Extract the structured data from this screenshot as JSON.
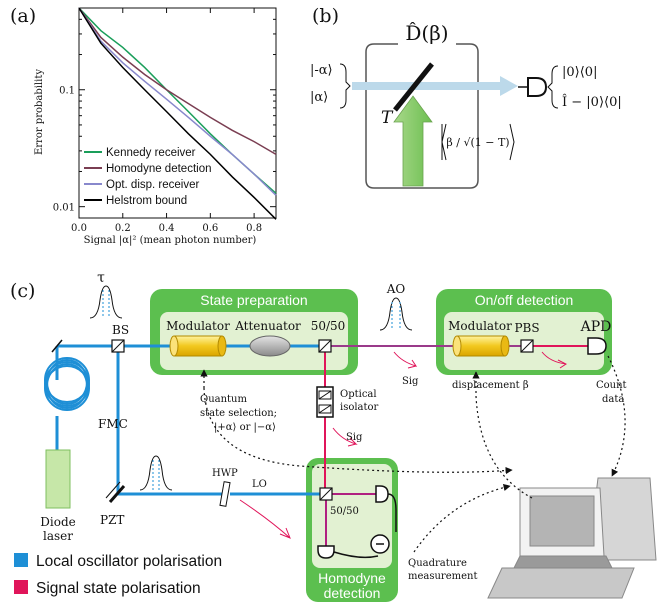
{
  "panels": {
    "a": "(a)",
    "b": "(b)",
    "c": "(c)"
  },
  "chart_data": {
    "type": "line",
    "ylabel": "Error probability",
    "xlabel": "Signal |α|² (mean photon number)",
    "yscale": "log",
    "xlim": [
      0,
      0.9
    ],
    "ylim": [
      0.008,
      0.5
    ],
    "xticks": [
      "0.0",
      "0.2",
      "0.4",
      "0.6",
      "0.8"
    ],
    "xtick_values": [
      0.0,
      0.2,
      0.4,
      0.6,
      0.8
    ],
    "yticks": [
      "0.1",
      "0.01"
    ],
    "ytick_values": [
      0.1,
      0.01
    ],
    "legend_position": "bottom-left",
    "x": [
      0.0,
      0.1,
      0.2,
      0.3,
      0.4,
      0.5,
      0.6,
      0.7,
      0.8,
      0.9
    ],
    "series": [
      {
        "name": "Kennedy receiver",
        "color": "#1a9e5a",
        "values": [
          0.5,
          0.32,
          0.23,
          0.155,
          0.1,
          0.065,
          0.042,
          0.028,
          0.019,
          0.013
        ]
      },
      {
        "name": "Homodyne detection",
        "color": "#7a3e52",
        "values": [
          0.5,
          0.28,
          0.19,
          0.135,
          0.1,
          0.076,
          0.058,
          0.045,
          0.036,
          0.028
        ]
      },
      {
        "name": "Opt. disp. receiver",
        "color": "#8888cc",
        "values": [
          0.5,
          0.26,
          0.17,
          0.118,
          0.083,
          0.058,
          0.04,
          0.028,
          0.019,
          0.0125
        ]
      },
      {
        "name": "Helstrom bound",
        "color": "#000000",
        "values": [
          0.5,
          0.25,
          0.155,
          0.1,
          0.065,
          0.042,
          0.028,
          0.018,
          0.012,
          0.0078
        ]
      }
    ]
  },
  "panel_b": {
    "operator": "D̂(β)",
    "ket_minus": "|-α⟩",
    "ket_plus": "|α⟩",
    "transmissivity": "T",
    "beta_ket": "β / √(1 − T)",
    "outcome_0": "|0⟩⟨0|",
    "outcome_1": "Î − |0⟩⟨0|"
  },
  "panel_c": {
    "state_prep": "State preparation",
    "onoff": "On/off detection",
    "homodyne_line1": "Homodyne",
    "homodyne_line2": "detection",
    "tau": "τ",
    "bs": "BS",
    "modulator": "Modulator",
    "attenuator": "Attenuator",
    "split1": "50/50",
    "ao": "AO",
    "modulator2": "Modulator",
    "pbs": "PBS",
    "apd": "APD",
    "sig1": "Sig",
    "sig2": "Sig",
    "count_data_1": "Count",
    "count_data_2": "data",
    "displacement": "displacement β",
    "qss_1": "Quantum",
    "qss_2": "state selection;",
    "qss_3": "|+α⟩ or |−α⟩",
    "iso_1": "Optical",
    "iso_2": "isolator",
    "fmc": "FMC",
    "diode_1": "Diode",
    "diode_2": "laser",
    "pzt": "PZT",
    "hwp": "HWP",
    "lo": "LO",
    "split2": "50/50",
    "quad_1": "Quadrature",
    "quad_2": "measurement",
    "legend_lo": "Local oscillator polarisation",
    "legend_sig": "Signal state polarisation",
    "color_lo": "#1e8fd6",
    "color_sig": "#e0155a",
    "color_box": "#5cbf4f"
  }
}
